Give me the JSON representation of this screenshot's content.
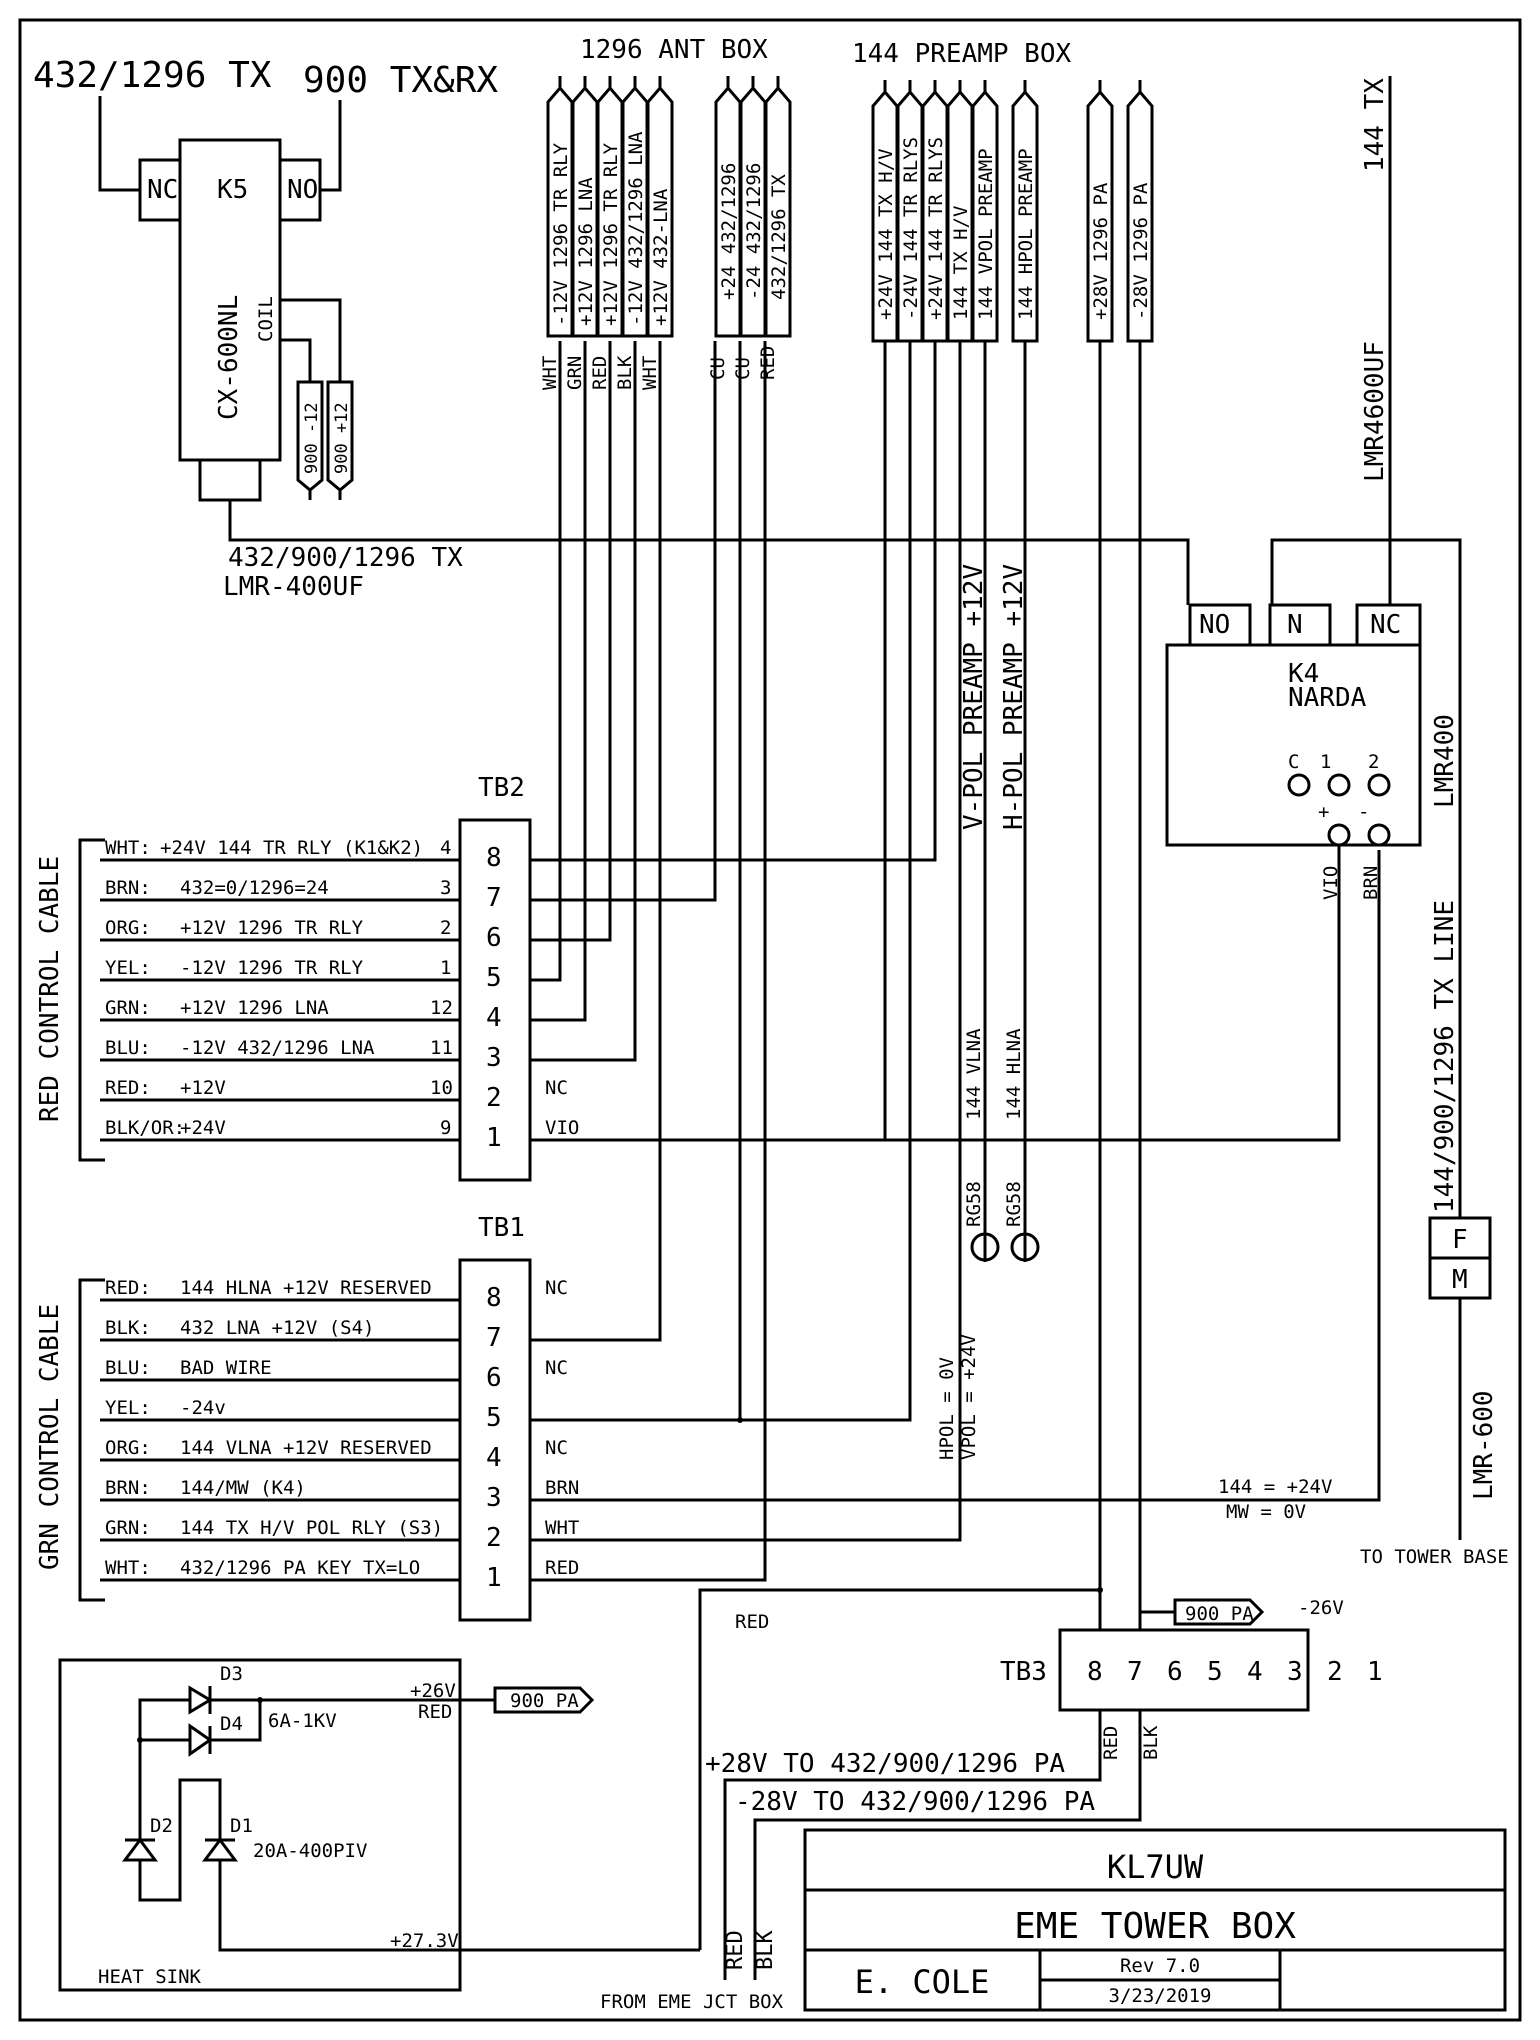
{
  "title_block": {
    "callsign": "KL7UW",
    "drawing_title": "EME TOWER BOX",
    "author": "E. COLE",
    "revision": "Rev 7.0",
    "date": "3/23/2019"
  },
  "top_labels": {
    "tx_432_1296": "432/1296 TX",
    "tx_rx_900": "900 TX&RX",
    "ant_box_1296": "1296 ANT BOX",
    "preamp_box_144": "144 PREAMP BOX",
    "tx_144": "144 TX",
    "lmr4600uf": "LMR4600UF"
  },
  "k5": {
    "name": "K5",
    "model": "CX-600NL",
    "nc": "NC",
    "no": "NO",
    "coil": "COIL",
    "coil_neg": "900 -12",
    "coil_pos": "900 +12",
    "tx_line": "432/900/1296 TX",
    "cable": "LMR-400UF"
  },
  "ant_box_1296": {
    "group1": [
      {
        "label": "-12V 1296 TR RLY",
        "wire": "WHT"
      },
      {
        "label": "+12V 1296 LNA",
        "wire": "GRN"
      },
      {
        "label": "+12V 1296 TR RLY",
        "wire": "RED"
      },
      {
        "label": "-12V 432/1296 LNA",
        "wire": "BLK"
      },
      {
        "label": "+12V 432-LNA",
        "wire": "WHT"
      }
    ],
    "group2": [
      {
        "label": "+24 432/1296",
        "wire": "CU"
      },
      {
        "label": "-24 432/1296",
        "wire": "CU"
      },
      {
        "label": "432/1296 TX",
        "wire": "RED"
      }
    ]
  },
  "preamp_box_144": {
    "group1": [
      {
        "label": "+24V 144 TX H/V"
      },
      {
        "label": "-24V 144 TR RLYS"
      },
      {
        "label": "+24V 144 TR RLYS"
      },
      {
        "label": "144 TX H/V"
      },
      {
        "label": "144 VPOL PREAMP"
      }
    ],
    "group2": [
      {
        "label": "144 HPOL PREAMP"
      }
    ],
    "pa": [
      {
        "label": "+28V 1296 PA"
      },
      {
        "label": "-28V 1296 PA"
      }
    ]
  },
  "vertical_labels": {
    "vpol_preamp": "V-POL PREAMP +12V",
    "hpol_preamp": "H-POL PREAMP +12V",
    "vlna": "144 VLNA",
    "hlna": "144 HLNA",
    "rg58_a": "RG58",
    "rg58_b": "RG58",
    "hpol_state": "HPOL = 0V",
    "vpol_state": "VPOL = +24V",
    "lmr400": "LMR400",
    "tx_line": "144/900/1296 TX LINE",
    "lmr600": "LMR-600"
  },
  "k4": {
    "name": "K4",
    "maker": "NARDA",
    "no": "NO",
    "n": "N",
    "nc": "NC",
    "term_c": "C",
    "term_1": "1",
    "term_2": "2",
    "plus": "+",
    "minus": "-",
    "wire_vio": "VIO",
    "wire_brn": "BRN"
  },
  "connector_fm": {
    "female": "F",
    "male": "M"
  },
  "tb2": {
    "name": "TB2",
    "cable_label": "RED CONTROL CABLE",
    "rows": [
      {
        "pin": "8",
        "wire": "WHT:",
        "desc": "+24V 144 TR RLY (K1&K2)",
        "cable_pin": "4",
        "right": ""
      },
      {
        "pin": "7",
        "wire": "BRN:",
        "desc": "432=0/1296=24",
        "cable_pin": "3",
        "right": ""
      },
      {
        "pin": "6",
        "wire": "ORG:",
        "desc": "+12V 1296 TR RLY",
        "cable_pin": "2",
        "right": ""
      },
      {
        "pin": "5",
        "wire": "YEL:",
        "desc": "-12V 1296 TR RLY",
        "cable_pin": "1",
        "right": ""
      },
      {
        "pin": "4",
        "wire": "GRN:",
        "desc": "+12V 1296 LNA",
        "cable_pin": "12",
        "right": ""
      },
      {
        "pin": "3",
        "wire": "BLU:",
        "desc": "-12V 432/1296 LNA",
        "cable_pin": "11",
        "right": ""
      },
      {
        "pin": "2",
        "wire": "RED:",
        "desc": "+12V",
        "cable_pin": "10",
        "right": "NC"
      },
      {
        "pin": "1",
        "wire": "BLK/OR:",
        "desc": "+24V",
        "cable_pin": "9",
        "right": "VIO"
      }
    ]
  },
  "tb1": {
    "name": "TB1",
    "cable_label": "GRN CONTROL CABLE",
    "rows": [
      {
        "pin": "8",
        "wire": "RED:",
        "desc": "144 HLNA +12V RESERVED",
        "right": "NC"
      },
      {
        "pin": "7",
        "wire": "BLK:",
        "desc": "432 LNA +12V (S4)",
        "right": ""
      },
      {
        "pin": "6",
        "wire": "BLU:",
        "desc": "BAD WIRE",
        "right": "NC"
      },
      {
        "pin": "5",
        "wire": "YEL:",
        "desc": "-24v",
        "right": ""
      },
      {
        "pin": "4",
        "wire": "ORG:",
        "desc": "144 VLNA +12V RESERVED",
        "right": "NC"
      },
      {
        "pin": "3",
        "wire": "BRN:",
        "desc": "144/MW (K4)",
        "right": "BRN"
      },
      {
        "pin": "2",
        "wire": "GRN:",
        "desc": "144 TX H/V POL RLY (S3)",
        "right": "WHT"
      },
      {
        "pin": "1",
        "wire": "WHT:",
        "desc": "432/1296 PA KEY TX=LO",
        "right": "RED"
      }
    ]
  },
  "k4_control": {
    "line1": "144 = +24V",
    "line2": "MW = 0V"
  },
  "to_tower_base": "TO TOWER BASE",
  "tb3": {
    "name": "TB3",
    "pins": [
      "8",
      "7",
      "6",
      "5",
      "4",
      "3",
      "2",
      "1"
    ],
    "pa_tag": "900 PA",
    "pa_voltage": "-26V",
    "red_label": "RED",
    "wire_red": "RED",
    "wire_blk": "BLK",
    "plus28": "+28V TO 432/900/1296 PA",
    "minus28": "-28V TO 432/900/1296 PA"
  },
  "from_jct": {
    "label": "FROM EME JCT BOX",
    "red": "RED",
    "blk": "BLK"
  },
  "heat_sink": {
    "label": "HEAT SINK",
    "d1": "D1",
    "d2": "D2",
    "d3": "D3",
    "d4": "D4",
    "d34_rating": "6A-1KV",
    "d12_rating": "20A-400PIV",
    "out_voltage": "+26V",
    "out_wire": "RED",
    "out_tag": "900 PA",
    "in_voltage": "+27.3V"
  }
}
